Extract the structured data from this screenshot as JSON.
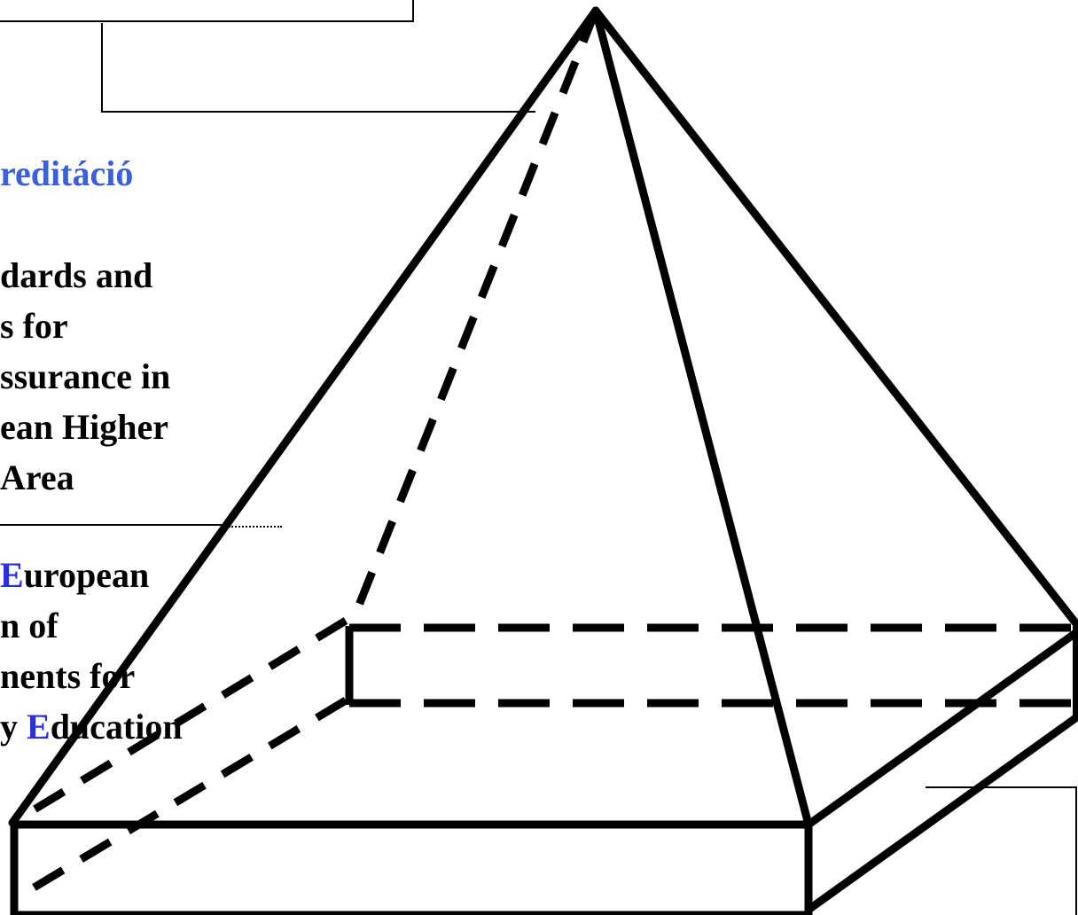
{
  "labels": {
    "accreditation_fragment": "reditáció",
    "esg_lines": [
      "dards and",
      "s for",
      "ssurance in",
      "ean Higher",
      " Area"
    ],
    "ecahe_line1_prefix": "",
    "ecahe_line1_letter": "E",
    "ecahe_line1_rest": "uropean",
    "ecahe_line2": "n of",
    "ecahe_line3": "nents for",
    "ecahe_line4_prefix": "y ",
    "ecahe_line4_letter": "E",
    "ecahe_line4_rest": "ducation"
  },
  "colors": {
    "stroke": "#000000",
    "accent_text": "#3a5fd9",
    "accent_letter": "#2a2fe0",
    "background": "#ffffff"
  }
}
